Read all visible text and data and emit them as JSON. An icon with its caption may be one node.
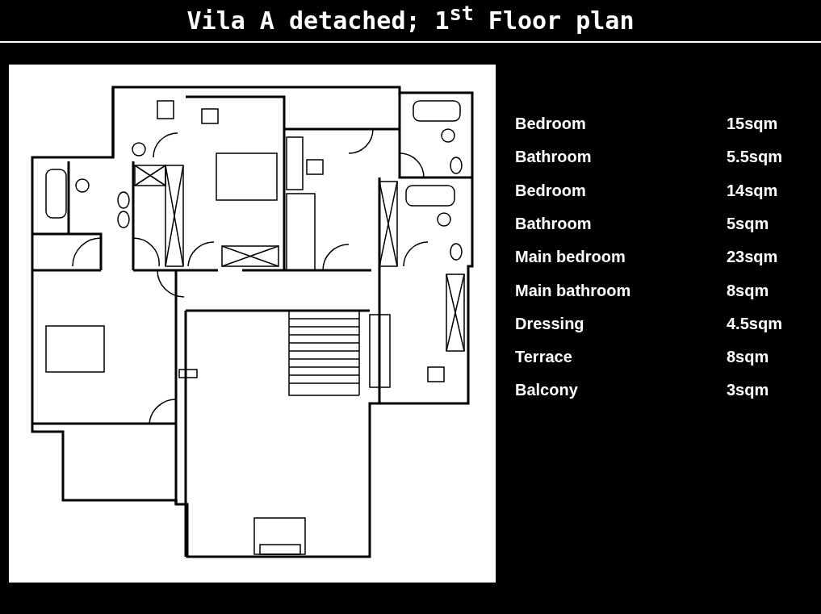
{
  "diagram": {
    "title": "Vila A detached; 1$^{st}$ Floor plan",
    "labels": [
      "Bedroom",
      "15sqm",
      "Bathroom",
      "5.5sqm",
      "Bedroom",
      "14sqm",
      "Bathroom",
      "5sqm",
      "Main bedroom",
      "23sqm",
      "Main bathroom",
      "8sqm",
      "Dressing",
      "4.5sqm",
      "Terrace",
      "8sqm",
      "Balcony",
      "3sqm"
    ]
  }
}
